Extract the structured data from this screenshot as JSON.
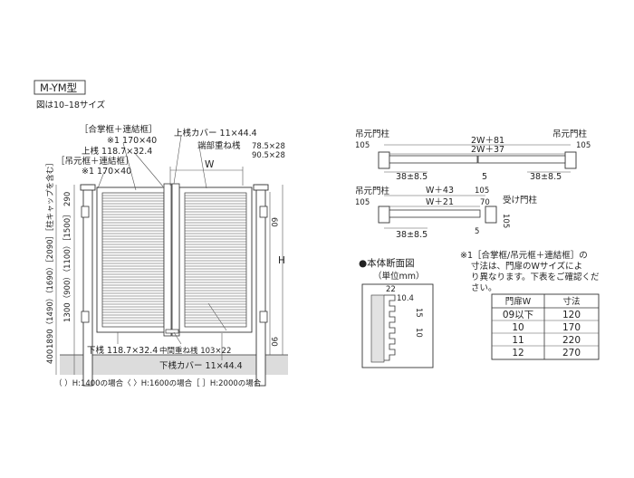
{
  "model": "M-YM型",
  "size_note": "図は10–18サイズ",
  "front": {
    "bracket_frame1": "［合掌框＋連結框］",
    "bracket_frame1_sub": "※1 170×40",
    "top_rail": "上桟 118.7×32.4",
    "bracket_frame2": "［吊元框＋連結框］",
    "bracket_frame2_sub": "※1 170×40",
    "top_cover": "上桟カバー 11×44.4",
    "end_rail": "端部重ね桟",
    "end_rail_v1": "78.5×28",
    "end_rail_v2": "90.5×28",
    "w_label": "W",
    "h_label": "H",
    "dim_60": "60",
    "dim_90": "90",
    "left_dims": [
      "400",
      "1890（1490）（1690）［2090］［柱キャップを含む］",
      "1300（900）（1100）［1500］",
      "290"
    ],
    "cap_note": "［柱キャップを含む］",
    "bottom_rail": "下桟 118.7×32.4",
    "middle_rail": "中間重ね桟 103×22",
    "bottom_cover": "下桟カバー 11×44.4",
    "legend": "（ ）H:1400の場合〈 〉H:1600の場合［ ］H:2000の場合"
  },
  "plan1": {
    "left_post": "吊元門柱",
    "left_105": "105",
    "right_post": "吊元門柱",
    "right_105": "105",
    "dim_top": "2W＋81",
    "dim_mid": "2W＋37",
    "left_gap": "38±8.5",
    "center": "5",
    "right_gap": "38±8.5"
  },
  "plan2": {
    "left_post": "吊元門柱",
    "left_105": "105",
    "dim_top": "W＋43",
    "dim_top_right": "105",
    "dim_mid": "W＋21",
    "dim_70": "70",
    "receiver": "受け門柱",
    "dim_105v": "105",
    "left_gap": "38±8.5",
    "dim_5": "5"
  },
  "section": {
    "title": "●本体断面図",
    "unit": "（単位mm）",
    "d22": "22",
    "d104": "10.4",
    "d15": "15",
    "d10": "10"
  },
  "note": {
    "lines": [
      "※1［合掌框/吊元框＋連結框］の",
      "寸法は、門扉のWサイズによ",
      "り異なります。下表をご確認くだ",
      "さい。"
    ]
  },
  "table": {
    "headers": [
      "門扉W",
      "寸法"
    ],
    "rows": [
      [
        "09以下",
        "120"
      ],
      [
        "10",
        "170"
      ],
      [
        "11",
        "220"
      ],
      [
        "12",
        "270"
      ]
    ]
  }
}
